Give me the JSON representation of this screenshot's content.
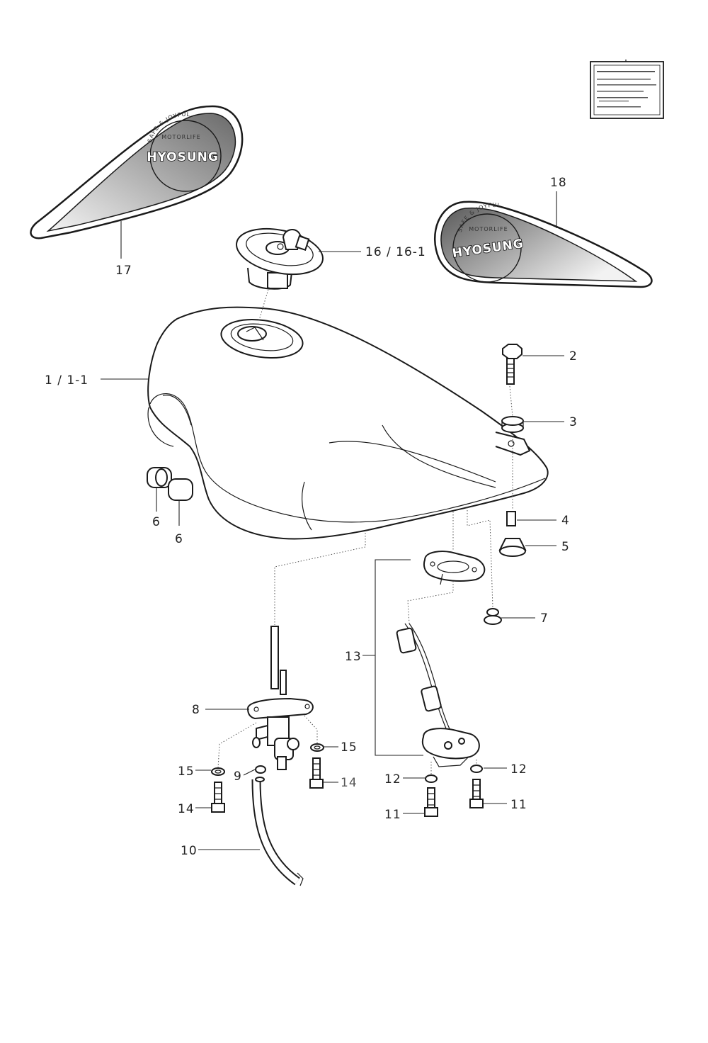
{
  "diagram": {
    "callouts": [
      {
        "id": "1",
        "text": "1 / 1-1"
      },
      {
        "id": "2",
        "text": "2"
      },
      {
        "id": "3",
        "text": "3"
      },
      {
        "id": "4",
        "text": "4"
      },
      {
        "id": "5",
        "text": "5"
      },
      {
        "id": "6a",
        "text": "6"
      },
      {
        "id": "6b",
        "text": "6"
      },
      {
        "id": "7",
        "text": "7"
      },
      {
        "id": "8",
        "text": "8"
      },
      {
        "id": "9",
        "text": "9"
      },
      {
        "id": "10",
        "text": "10"
      },
      {
        "id": "11a",
        "text": "11"
      },
      {
        "id": "11b",
        "text": "11"
      },
      {
        "id": "12a",
        "text": "12"
      },
      {
        "id": "12b",
        "text": "12"
      },
      {
        "id": "13",
        "text": "13"
      },
      {
        "id": "14a",
        "text": "14"
      },
      {
        "id": "14b",
        "text": "14"
      },
      {
        "id": "15a",
        "text": "15"
      },
      {
        "id": "15b",
        "text": "15"
      },
      {
        "id": "16",
        "text": "16 / 16-1"
      },
      {
        "id": "17",
        "text": "17"
      },
      {
        "id": "18",
        "text": "18"
      }
    ],
    "emblem": {
      "brand": "HYOSUNG",
      "arc_top": "SAFE & JOYFUL",
      "arc_bottom": "MOTORLIFE"
    },
    "colors": {
      "line": "#1a1a1a",
      "leader": "#222222",
      "background": "#ffffff"
    }
  }
}
